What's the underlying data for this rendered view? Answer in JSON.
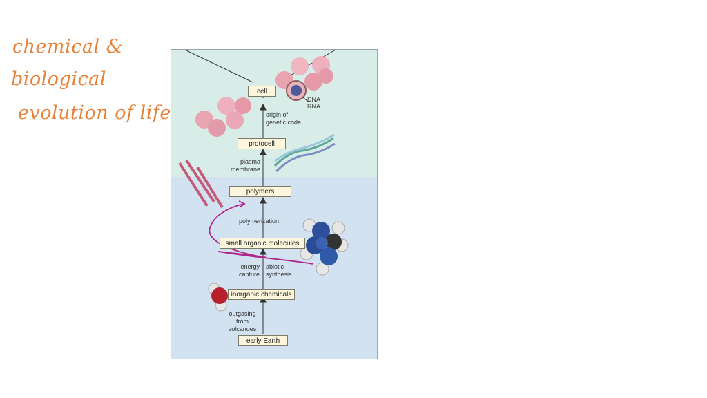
{
  "handwritten_note": [
    "chemical &",
    "biological",
    "evolution of life"
  ],
  "diagram": {
    "stages": {
      "cell": "cell",
      "protocell": "protocell",
      "polymers": "polymers",
      "small_organic_molecules": "small organic molecules",
      "inorganic_chemicals": "inorganic chemicals",
      "early_earth": "early Earth"
    },
    "transitions": {
      "origin_of_genetic_code": [
        "origin of",
        "genetic code"
      ],
      "plasma_membrane": [
        "plasma",
        "membrane"
      ],
      "polymerization": "polymerization",
      "energy_capture": [
        "energy",
        "capture"
      ],
      "abiotic_synthesis": [
        "abiotic",
        "synthesis"
      ],
      "outgasing_from_volcanoes": [
        "outgasing",
        "from",
        "volcanoes"
      ]
    },
    "molecule_labels": {
      "dna": "DNA",
      "rna": "RNA"
    },
    "colors": {
      "upper_zone": "#d8ece8",
      "lower_zone": "#d2e2f1",
      "stage_box": "#fdf6dc",
      "annotation_ink": "#b0278a",
      "note_ink": "#e8823a"
    }
  }
}
